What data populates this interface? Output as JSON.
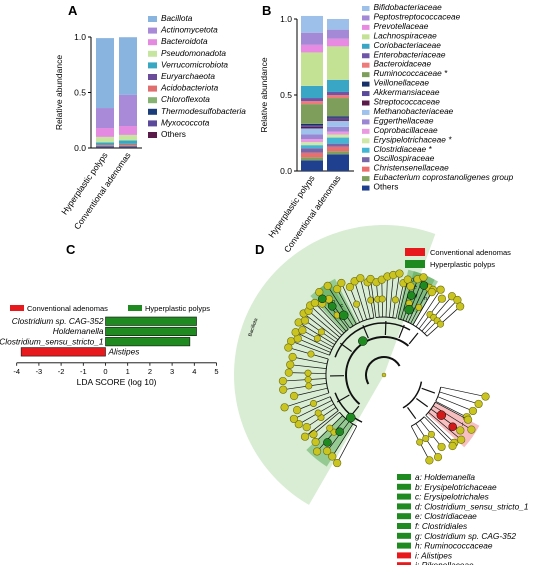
{
  "panels": {
    "a": "A",
    "b": "B",
    "c": "C",
    "d": "D"
  },
  "chart_data": [
    {
      "type": "bar",
      "stacked": true,
      "panel": "A",
      "ylabel": "Relative abundance",
      "ylim": [
        0,
        1.0
      ],
      "yticks": [
        "0.0",
        "0.5",
        "1.0"
      ],
      "categories": [
        "Hyperplastic polyps",
        "Conventional adenomas"
      ],
      "series": [
        {
          "name": "Others",
          "color": "#5a1a4a",
          "values": [
            0.005,
            0.005
          ]
        },
        {
          "name": "Myxococcota",
          "color": "#5b4a9c",
          "values": [
            0.004,
            0.004
          ]
        },
        {
          "name": "Thermodesulfobacteria",
          "color": "#1b3d7a",
          "values": [
            0.006,
            0.006
          ]
        },
        {
          "name": "Chloroflexota",
          "color": "#86b272",
          "values": [
            0.005,
            0.008
          ]
        },
        {
          "name": "Acidobacteriota",
          "color": "#e06e6e",
          "values": [
            0.006,
            0.01
          ]
        },
        {
          "name": "Euryarchaeota",
          "color": "#6b4c9a",
          "values": [
            0.004,
            0.005
          ]
        },
        {
          "name": "Verrucomicrobiota",
          "color": "#38a8c2",
          "values": [
            0.02,
            0.03
          ]
        },
        {
          "name": "Pseudomonadota",
          "color": "#c6e6a0",
          "values": [
            0.05,
            0.05
          ]
        },
        {
          "name": "Bacteroidota",
          "color": "#e48ae0",
          "values": [
            0.08,
            0.08
          ]
        },
        {
          "name": "Actinomycetota",
          "color": "#a88ad8",
          "values": [
            0.18,
            0.28
          ]
        },
        {
          "name": "Bacillota",
          "color": "#8ab4e0",
          "values": [
            0.63,
            0.52
          ]
        }
      ],
      "legend_order": [
        "Bacillota",
        "Actinomycetota",
        "Bacteroidota",
        "Pseudomonadota",
        "Verrucomicrobiota",
        "Euryarchaeota",
        "Acidobacteriota",
        "Chloroflexota",
        "Thermodesulfobacteria",
        "Myxococcota",
        "Others"
      ]
    },
    {
      "type": "bar",
      "stacked": true,
      "panel": "B",
      "ylabel": "Relative abundance",
      "ylim": [
        0,
        1.0
      ],
      "yticks": [
        "0.0",
        "0.5",
        "1.0"
      ],
      "categories": [
        "Hyperplastic polyps",
        "Conventional adenomas"
      ],
      "series": [
        {
          "name": "Others",
          "color": "#1f3f8f",
          "values": [
            0.07,
            0.11
          ]
        },
        {
          "name": "Eubacterium coprostanoligenes group",
          "color": "#7f9f5f",
          "values": [
            0.02,
            0.02
          ]
        },
        {
          "name": "Christensenellaceae",
          "color": "#ec6d6d",
          "values": [
            0.03,
            0.03
          ]
        },
        {
          "name": "Oscillospiraceae",
          "color": "#7866a8",
          "values": [
            0.03,
            0.02
          ]
        },
        {
          "name": "Clostridiaceae *",
          "color": "#44b5d2",
          "values": [
            0.02,
            0.04
          ]
        },
        {
          "name": "Erysipelotrichaceae *",
          "color": "#cfe8a8",
          "values": [
            0.02,
            0.02
          ]
        },
        {
          "name": "Coprobacillaceae",
          "color": "#e99ae0",
          "values": [
            0.02,
            0.02
          ]
        },
        {
          "name": "Eggerthellaceae",
          "color": "#9a86d2",
          "values": [
            0.03,
            0.03
          ]
        },
        {
          "name": "Methanobacteriaceae",
          "color": "#9ec2ec",
          "values": [
            0.04,
            0.04
          ]
        },
        {
          "name": "Streptococcaceae",
          "color": "#5a1a4a",
          "values": [
            0.01,
            0.01
          ]
        },
        {
          "name": "Akkermansiaceae",
          "color": "#5b4a9c",
          "values": [
            0.01,
            0.01
          ]
        },
        {
          "name": "Veillonellaceae",
          "color": "#17306a",
          "values": [
            0.01,
            0.01
          ]
        },
        {
          "name": "Ruminococcaceae *",
          "color": "#7e9f5c",
          "values": [
            0.13,
            0.12
          ]
        },
        {
          "name": "Bacteroidaceae",
          "color": "#ee7a7a",
          "values": [
            0.02,
            0.02
          ]
        },
        {
          "name": "Enterobacteriaceae",
          "color": "#6e55a8",
          "values": [
            0.02,
            0.02
          ]
        },
        {
          "name": "Coriobacteriaceae",
          "color": "#3aa6c6",
          "values": [
            0.08,
            0.08
          ]
        },
        {
          "name": "Lachnospiraceae",
          "color": "#c4e294",
          "values": [
            0.22,
            0.22
          ]
        },
        {
          "name": "Prevotellaceae",
          "color": "#e88ae2",
          "values": [
            0.05,
            0.05
          ]
        },
        {
          "name": "Peptostreptococcaceae",
          "color": "#a48ad6",
          "values": [
            0.08,
            0.06
          ]
        },
        {
          "name": "Bifidobacteriaceae",
          "color": "#9dc0ea",
          "values": [
            0.11,
            0.07
          ]
        }
      ],
      "legend_order": [
        "Bifidobacteriaceae",
        "Peptostreptococcaceae",
        "Prevotellaceae",
        "Lachnospiraceae",
        "Coriobacteriaceae",
        "Enterobacteriaceae",
        "Bacteroidaceae",
        "Ruminococcaceae *",
        "Veillonellaceae",
        "Akkermansiaceae",
        "Streptococcaceae",
        "Methanobacteriaceae",
        "Eggerthellaceae",
        "Coprobacillaceae",
        "Erysipelotrichaceae *",
        "Clostridiaceae *",
        "Oscillospiraceae",
        "Christensenellaceae",
        "Eubacterium coprostanoligenes group",
        "Others"
      ]
    },
    {
      "type": "bar",
      "orientation": "horizontal",
      "panel": "C",
      "xlabel": "LDA SCORE (log 10)",
      "xlim": [
        -4,
        5
      ],
      "xticks": [
        "-4",
        "-3",
        "-2",
        "-1",
        "0",
        "1",
        "2",
        "3",
        "4",
        "5"
      ],
      "legend": [
        {
          "name": "Conventional adenomas",
          "color": "#e8191c"
        },
        {
          "name": "Hyperplastic polyps",
          "color": "#1f8a1f"
        }
      ],
      "bars": [
        {
          "label": "Clostridium sp. CAG-352",
          "value": 4.1,
          "group": "Hyperplastic polyps"
        },
        {
          "label": "Holdemanella",
          "value": 4.1,
          "group": "Hyperplastic polyps"
        },
        {
          "label": "Clostridium_sensu_stricto_1",
          "value": 3.8,
          "group": "Hyperplastic polyps"
        },
        {
          "label": "Alistipes",
          "value": -3.8,
          "group": "Conventional adenomas"
        }
      ]
    }
  ],
  "cladogram": {
    "panel": "D",
    "sector_label": "Bacillota",
    "legend": [
      {
        "name": "Conventional adenomas",
        "color": "#e8191c"
      },
      {
        "name": "Hyperplastic polyps",
        "color": "#1f8a1f"
      }
    ],
    "clade_letters": [
      "a",
      "b",
      "c",
      "d",
      "e",
      "f",
      "g",
      "h",
      "i",
      "j"
    ],
    "key": [
      {
        "text": "a: Holdemanella",
        "color": "#1f8a1f"
      },
      {
        "text": "b: Erysipelotrichaceae",
        "color": "#1f8a1f"
      },
      {
        "text": "c: Erysipelotrichales",
        "color": "#1f8a1f"
      },
      {
        "text": "d: Clostridium_sensu_stricto_1",
        "color": "#1f8a1f"
      },
      {
        "text": "e: Clostridiaceae",
        "color": "#1f8a1f"
      },
      {
        "text": "f: Clostridiales",
        "color": "#1f8a1f"
      },
      {
        "text": "g: Clostridium sp. CAG-352",
        "color": "#1f8a1f"
      },
      {
        "text": "h: Ruminococcaceae",
        "color": "#1f8a1f"
      },
      {
        "text": "i: Alistipes",
        "color": "#e8191c"
      },
      {
        "text": "j: Rikenellaceae",
        "color": "#e8191c"
      }
    ]
  }
}
